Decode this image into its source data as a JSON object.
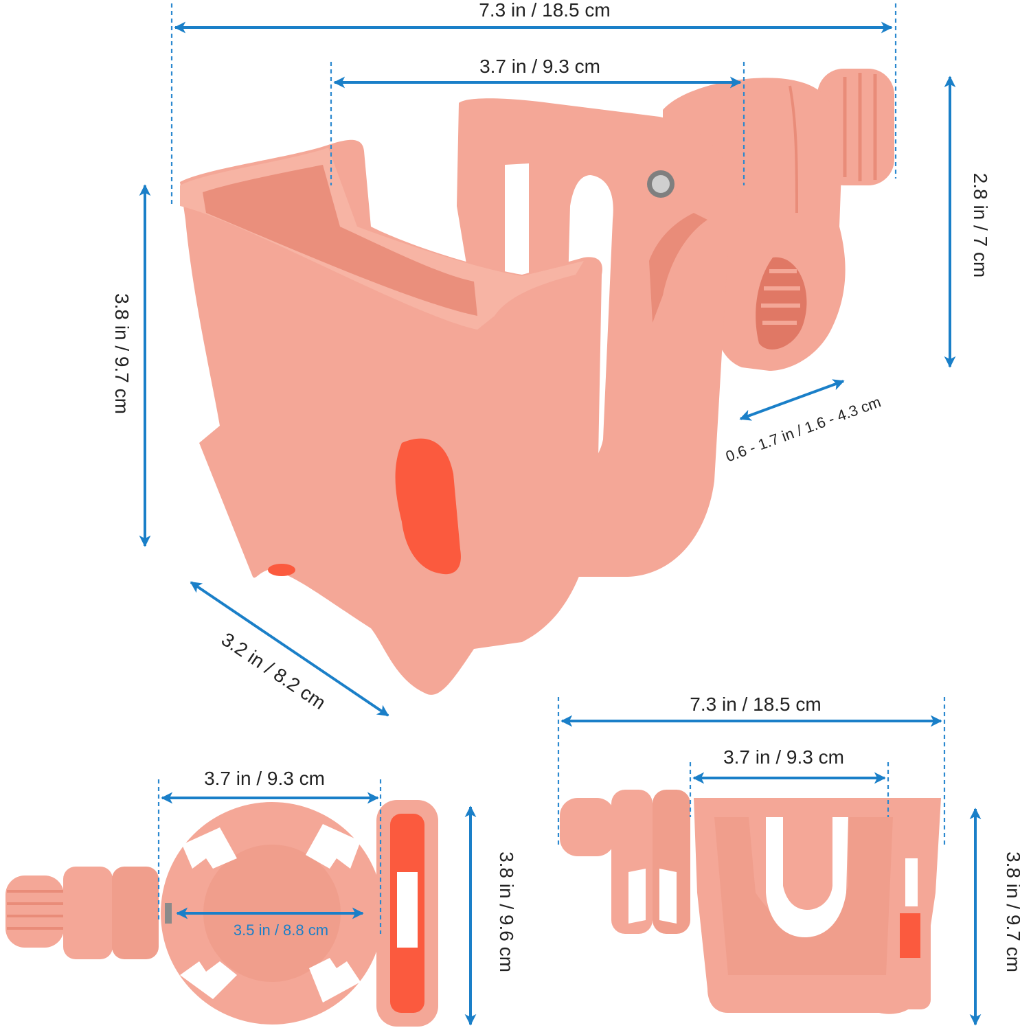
{
  "colors": {
    "background": "#ffffff",
    "arrow": "#1a7fc8",
    "dash": "#2a88cf",
    "product_body": "#f4a797",
    "product_shadow": "#e98c79",
    "product_inner": "#fb5a3e",
    "text": "#222222"
  },
  "main_view": {
    "total_length": "7.3 in / 18.5 cm",
    "cup_width": "3.7 in / 9.3 cm",
    "clamp_height": "2.8 in / 7 cm",
    "cup_height": "3.8 in / 9.7 cm",
    "clamp_range": "0.6 - 1.7 in / 1.6 - 4.3 cm",
    "cup_depth": "3.2 in / 8.2 cm"
  },
  "top_view": {
    "outer_width": "3.7 in / 9.3 cm",
    "inner_diameter": "3.5 in / 8.8 cm",
    "depth": "3.8 in / 9.6 cm"
  },
  "side_view": {
    "total_length": "7.3 in / 18.5 cm",
    "cup_width": "3.7 in / 9.3 cm",
    "height": "3.8 in / 9.7 cm"
  }
}
